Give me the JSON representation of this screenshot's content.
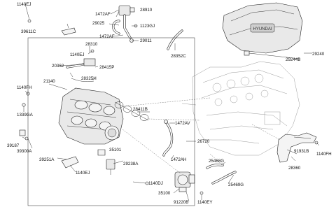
{
  "diagram": {
    "labels": {
      "p28910": "28910",
      "p1472AF_a": "1472AF",
      "p1140EJ_a": "1140EJ",
      "p29025": "29025",
      "p1123GJ": "1123GJ",
      "p39611C": "39611C",
      "p1472AF_b": "1472AF",
      "p29011": "29011",
      "p28310": "28310",
      "p1140EJ_b": "1140EJ",
      "p20362": "20362",
      "p28415P": "28415P",
      "p28325H": "28325H",
      "p21140": "21140",
      "p1140FH_a": "1140FH",
      "p1339GA": "1339GA",
      "p28411B": "28411B",
      "p28352C": "28352C",
      "p29240": "29240",
      "p29244B": "29244B",
      "p1472AV": "1472AV",
      "p26720": "26720",
      "p1472AH": "1472AH",
      "p39187": "39187",
      "p39300A": "39300A",
      "p35101": "35101",
      "p39251A": "39251A",
      "p29238A": "29238A",
      "p1140EJ_c": "1140EJ",
      "p1140DJ": "1140DJ",
      "p35100": "35100",
      "p91220B": "91220B",
      "p1140EY": "1140EY",
      "p25468G": "25468G",
      "p25469G": "25469G",
      "p91931B": "91931B",
      "p1140FH_b": "1140FH",
      "p28360": "28360"
    },
    "cover_logo_text": "HYUNDAI"
  }
}
